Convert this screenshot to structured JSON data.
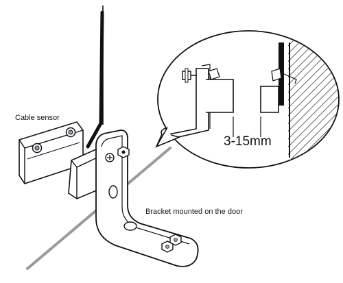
{
  "labels": {
    "cable_sensor": "Cable sensor",
    "bracket": "Bracket mounted on the door",
    "gap": "3-15mm"
  },
  "colors": {
    "line": "#111111",
    "fill": "#ffffff",
    "floor": "#9a9a9a",
    "hatch": "#222222"
  },
  "icons": [
    "screw-icon",
    "nut-icon"
  ]
}
